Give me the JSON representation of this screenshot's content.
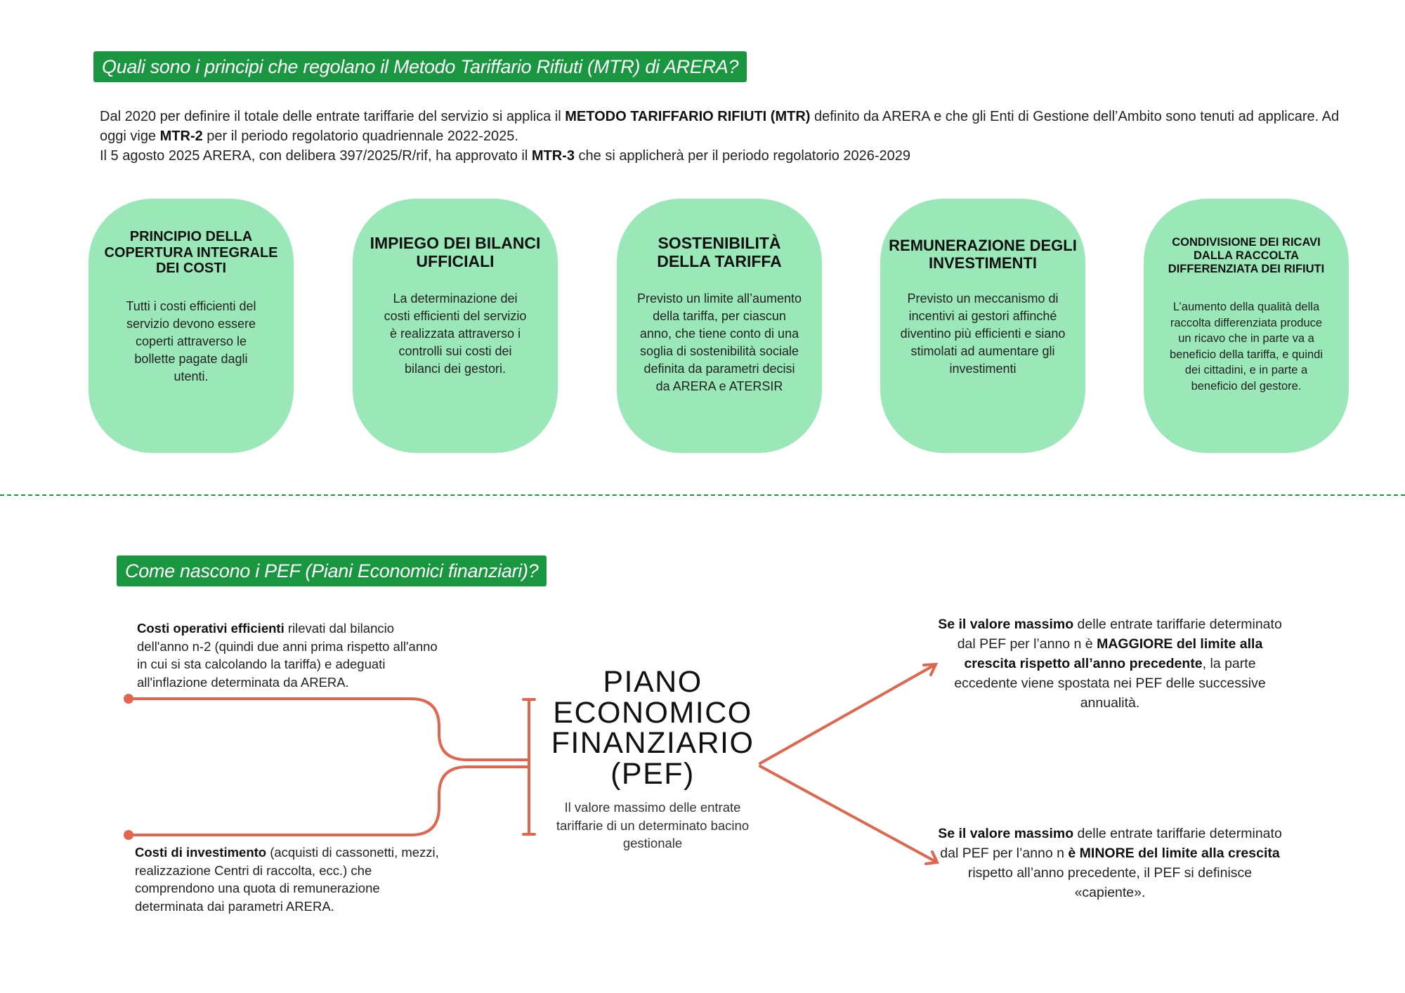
{
  "section1": {
    "title": "Quali sono i principi che regolano il Metodo Tariffario Rifiuti (MTR) di ARERA?",
    "intro": [
      {
        "text": "Dal 2020 per definire il totale delle entrate tariffarie del servizio si applica il ",
        "bold": false
      },
      {
        "text": "METODO TARIFFARIO RIFIUTI (MTR)",
        "bold": true
      },
      {
        "text": " definito da ARERA e che gli Enti di Gestione dell’Ambito sono tenuti ad applicare. Ad oggi vige ",
        "bold": false
      },
      {
        "text": "MTR-2",
        "bold": true
      },
      {
        "text": " per il periodo regolatorio quadriennale 2022-2025.",
        "bold": false
      },
      {
        "text": "Il 5 agosto 2025 ARERA, con delibera 397/2025/R/rif, ha approvato il ",
        "bold": false
      },
      {
        "text": "MTR-3",
        "bold": true
      },
      {
        "text": " che si applicherà per il periodo regolatorio 2026-2029",
        "bold": false
      }
    ],
    "cards": [
      {
        "title": "PRINCIPIO DELLA COPERTURA INTEGRALE DEI COSTI",
        "body": "Tutti i costi efficienti del servizio devono essere coperti attraverso le bollette pagate dagli utenti."
      },
      {
        "title": "IMPIEGO DEI BILANCI UFFICIALI",
        "body": "La determinazione dei costi efficienti del servizio è realizzata attraverso i controlli sui costi dei bilanci dei gestori."
      },
      {
        "title": "SOSTENIBILITÀ DELLA TARIFFA",
        "body": "Previsto un limite all’aumento della tariffa, per ciascun anno, che tiene conto di una soglia di sostenibilità sociale definita da parametri decisi da ARERA e ATERSIR"
      },
      {
        "title": "REMUNERAZIONE DEGLI INVESTIMENTI",
        "body": "Previsto un meccanismo di incentivi ai gestori affinché diventino più efficienti e siano stimolati ad aumentare gli investimenti"
      },
      {
        "title": "CONDIVISIONE DEI RICAVI DALLA RACCOLTA DIFFERENZIATA DEI RIFIUTI",
        "body": "L’aumento della qualità della raccolta differenziata produce un ricavo che in parte va a beneficio della tariffa, e quindi dei cittadini, e in parte a beneficio del gestore."
      }
    ]
  },
  "section2": {
    "title": "Come nascono i PEF (Piani Economici finanziari)?",
    "costi_operativi": {
      "bold": "Costi operativi efficienti",
      "rest": " rilevati dal bilancio dell'anno n-2 (quindi due anni prima rispetto all'anno in cui si sta calcolando la tariffa) e adeguati all'inflazione determinata da ARERA."
    },
    "costi_investimento": {
      "bold": "Costi di investimento",
      "rest": " (acquisti di cassonetti, mezzi, realizzazione Centri di raccolta, ecc.) che comprendono una quota di remunerazione determinata dai parametri ARERA."
    },
    "pef_title": "PIANO ECONOMICO FINANZIARIO (PEF)",
    "pef_subtitle": "Il valore massimo delle entrate tariffarie di un determinato bacino gestionale",
    "case_maggiore": [
      {
        "text": "Se il valore massimo",
        "bold": true
      },
      {
        "text": " delle entrate tariffarie determinato dal PEF per l’anno n è ",
        "bold": false
      },
      {
        "text": "MAGGIORE del limite alla crescita rispetto all’anno precedente",
        "bold": true
      },
      {
        "text": ", la parte eccedente viene spostata nei PEF delle successive annualità.",
        "bold": false
      }
    ],
    "case_minore": [
      {
        "text": "Se il valore massimo",
        "bold": true
      },
      {
        "text": " delle entrate tariffarie determinato dal PEF per l’anno n ",
        "bold": false
      },
      {
        "text": "è MINORE del limite alla crescita",
        "bold": true
      },
      {
        "text": " rispetto all’anno precedente, il PEF si definisce «capiente».",
        "bold": false
      }
    ]
  },
  "colors": {
    "header_green": "#1b9640",
    "card_green": "#9ae8b8",
    "connector": "#e06650"
  }
}
